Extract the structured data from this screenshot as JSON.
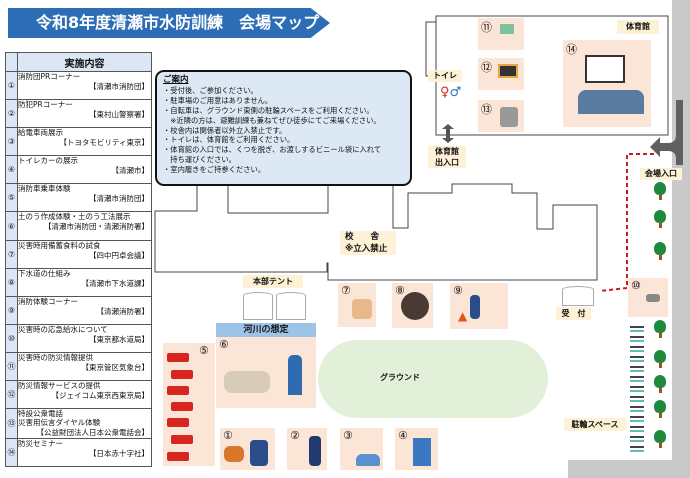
{
  "title": "令和8年度清瀬市水防訓練　会場マップ",
  "table": {
    "header": "実施内容",
    "rows": [
      {
        "num": "①",
        "item": "消防団PRコーナー",
        "org": "【清瀬市消防団】"
      },
      {
        "num": "②",
        "item": "防犯PRコーナー",
        "org": "【東村山警察署】"
      },
      {
        "num": "③",
        "item": "給電車両展示",
        "org": "【トヨタモビリティ東京】"
      },
      {
        "num": "④",
        "item": "トイレカーの展示",
        "org": "【清瀬市】"
      },
      {
        "num": "⑤",
        "item": "消防車乗車体験",
        "org": "【清瀬市消防団】"
      },
      {
        "num": "⑥",
        "item": "土のう作成体験・土のう工法展示",
        "org": "【清瀬市消防団・清瀬消防署】"
      },
      {
        "num": "⑦",
        "item": "災害時用備蓄食料の試食",
        "org": "【四中円卓会議】"
      },
      {
        "num": "⑧",
        "item": "下水道の仕組み",
        "org": "【清瀬市下水道課】"
      },
      {
        "num": "⑨",
        "item": "消防体験コーナー",
        "org": "【清瀬消防署】"
      },
      {
        "num": "⑩",
        "item": "災害時の応急給水について",
        "org": "【東京都水道局】"
      },
      {
        "num": "⑪",
        "item": "災害時の防災情報提供",
        "org": "【東京管区気象台】"
      },
      {
        "num": "⑫",
        "item": "防災情報サービスの提供",
        "org": "【ジェイコム東京西東京局】"
      },
      {
        "num": "⑬",
        "item": "特設公衆電話\n災害用伝言ダイヤル体験",
        "org": "【公益財団法人日本公衆電話会】"
      },
      {
        "num": "⑭",
        "item": "防災セミナー",
        "org": "【日本赤十字社】"
      }
    ]
  },
  "info": {
    "heading": "ご案内",
    "lines": [
      "・受付後、ご参加ください。",
      "・駐車場のご用意はありません。",
      "・自転車は、グラウンド東側の駐輪スペースをご利用ください。",
      "　※近隣の方は、避難訓練も兼ねてぜひ徒歩にてご来場ください。",
      "・校舎内は関係者以外立入禁止です。",
      "・トイレは、体育館をご利用ください。",
      "・体育館の入口では、くつを脱ぎ、お渡しするビニール袋に入れて",
      "　持ち運びください。",
      "・室内履きをご持参ください。"
    ]
  },
  "map": {
    "gym": "体育館",
    "toilet": "トイレ",
    "gym_entrance": "体育館\n出入口",
    "venue_entrance": "会場入口",
    "school": "校　　舎",
    "school_note": "※立入禁止",
    "hq_tent": "本部テント",
    "reception": "受　付",
    "river": "河川の想定",
    "ground": "グラウンド",
    "bike_space": "駐輪スペース",
    "booths": [
      "①",
      "②",
      "③",
      "④",
      "⑤",
      "⑥",
      "⑦",
      "⑧",
      "⑨",
      "⑩",
      "⑪",
      "⑫",
      "⑬",
      "⑭"
    ]
  }
}
